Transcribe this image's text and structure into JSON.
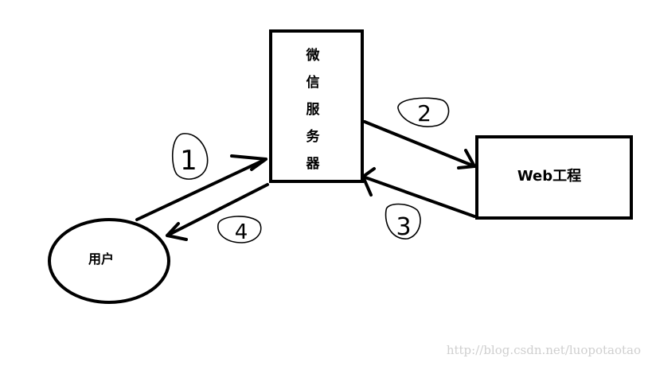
{
  "nodes": {
    "wechat_server": {
      "label": "微信服务器",
      "chars": [
        "微",
        "信",
        "服",
        "务",
        "器"
      ]
    },
    "web_project": {
      "label": "Web工程"
    },
    "user": {
      "label": "用户"
    }
  },
  "steps": [
    {
      "number": "1",
      "from": "user",
      "to": "wechat_server"
    },
    {
      "number": "2",
      "from": "wechat_server",
      "to": "web_project"
    },
    {
      "number": "3",
      "from": "web_project",
      "to": "wechat_server"
    },
    {
      "number": "4",
      "from": "wechat_server",
      "to": "user"
    }
  ],
  "watermark": "http://blog.csdn.net/luopotaotao",
  "colors": {
    "stroke": "#000000",
    "background": "#ffffff",
    "watermark": "#cfcfcf"
  }
}
